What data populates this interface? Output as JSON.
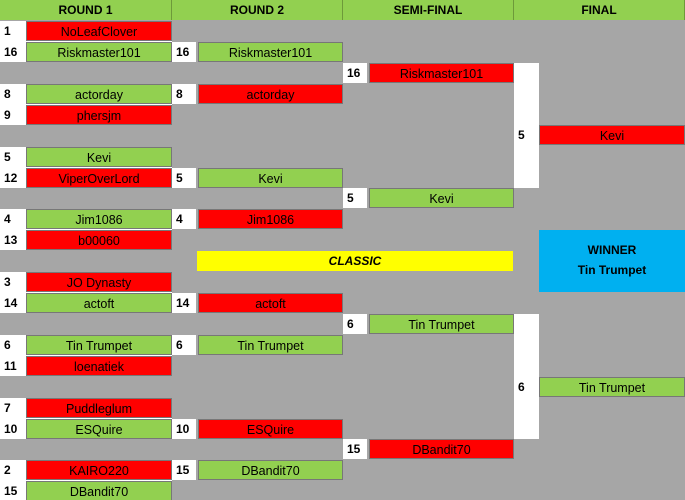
{
  "headers": [
    "ROUND 1",
    "ROUND 2",
    "SEMI-FINAL",
    "FINAL"
  ],
  "round1": [
    {
      "seed": "1",
      "name": "NoLeafClover",
      "status": "lose"
    },
    {
      "seed": "16",
      "name": "Riskmaster101",
      "status": "win"
    },
    {
      "seed": "8",
      "name": "actorday",
      "status": "win"
    },
    {
      "seed": "9",
      "name": "phersjm",
      "status": "lose"
    },
    {
      "seed": "5",
      "name": "Kevi",
      "status": "win"
    },
    {
      "seed": "12",
      "name": "ViperOverLord",
      "status": "lose"
    },
    {
      "seed": "4",
      "name": "Jim1086",
      "status": "win"
    },
    {
      "seed": "13",
      "name": "b00060",
      "status": "lose"
    },
    {
      "seed": "3",
      "name": "JO Dynasty",
      "status": "lose"
    },
    {
      "seed": "14",
      "name": "actoft",
      "status": "win"
    },
    {
      "seed": "6",
      "name": "Tin Trumpet",
      "status": "win"
    },
    {
      "seed": "11",
      "name": "loenatiek",
      "status": "lose"
    },
    {
      "seed": "7",
      "name": "Puddleglum",
      "status": "lose"
    },
    {
      "seed": "10",
      "name": "ESQuire",
      "status": "win"
    },
    {
      "seed": "2",
      "name": "KAIRO220",
      "status": "lose"
    },
    {
      "seed": "15",
      "name": "DBandit70",
      "status": "win"
    }
  ],
  "round2": [
    {
      "seed": "16",
      "name": "Riskmaster101",
      "status": "win"
    },
    {
      "seed": "8",
      "name": "actorday",
      "status": "lose"
    },
    {
      "seed": "5",
      "name": "Kevi",
      "status": "win"
    },
    {
      "seed": "4",
      "name": "Jim1086",
      "status": "lose"
    },
    {
      "seed": "14",
      "name": "actoft",
      "status": "lose"
    },
    {
      "seed": "6",
      "name": "Tin Trumpet",
      "status": "win"
    },
    {
      "seed": "10",
      "name": "ESQuire",
      "status": "lose"
    },
    {
      "seed": "15",
      "name": "DBandit70",
      "status": "win"
    }
  ],
  "semifinal": [
    {
      "seed": "16",
      "name": "Riskmaster101",
      "status": "lose"
    },
    {
      "seed": "5",
      "name": "Kevi",
      "status": "win"
    },
    {
      "seed": "6",
      "name": "Tin Trumpet",
      "status": "win"
    },
    {
      "seed": "15",
      "name": "DBandit70",
      "status": "lose"
    }
  ],
  "final": [
    {
      "seed": "5",
      "name": "Kevi",
      "status": "lose"
    },
    {
      "seed": "6",
      "name": "Tin Trumpet",
      "status": "win"
    }
  ],
  "classic_label": "CLASSIC",
  "winner": {
    "label": "WINNER",
    "name": "Tin Trumpet"
  },
  "colors": {
    "win": "#92d050",
    "lose": "#ff0000",
    "header": "#92d050",
    "classic": "#ffff00",
    "winner_box": "#00b0f0",
    "background": "#a6a6a6"
  }
}
